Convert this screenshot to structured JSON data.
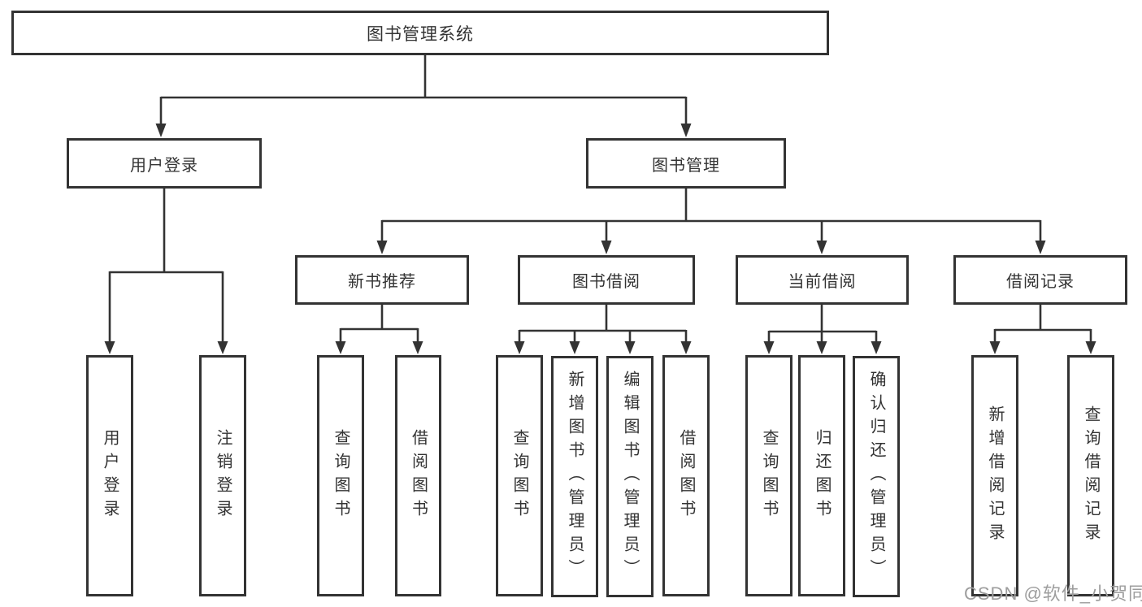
{
  "tree": {
    "label": "图书管理系统",
    "children": [
      {
        "label": "用户登录",
        "children": [
          {
            "label": "用户登录"
          },
          {
            "label": "注销登录"
          }
        ]
      },
      {
        "label": "图书管理",
        "children": [
          {
            "label": "新书推荐",
            "children": [
              {
                "label": "查询图书"
              },
              {
                "label": "借阅图书"
              }
            ]
          },
          {
            "label": "图书借阅",
            "children": [
              {
                "label": "查询图书"
              },
              {
                "label": "新增图书（管理员）"
              },
              {
                "label": "编辑图书（管理员）"
              },
              {
                "label": "借阅图书"
              }
            ]
          },
          {
            "label": "当前借阅",
            "children": [
              {
                "label": "查询图书"
              },
              {
                "label": "归还图书"
              },
              {
                "label": "确认归还（管理员）"
              }
            ]
          },
          {
            "label": "借阅记录",
            "children": [
              {
                "label": "新增借阅记录"
              },
              {
                "label": "查询借阅记录"
              }
            ]
          }
        ]
      }
    ]
  },
  "watermark": {
    "text": "CSDN @软件_小贺同学",
    "color": "#9d9d9d"
  },
  "colors": {
    "line": "#333333",
    "box_border": "#333333",
    "text": "#333333",
    "background": "#ffffff"
  }
}
